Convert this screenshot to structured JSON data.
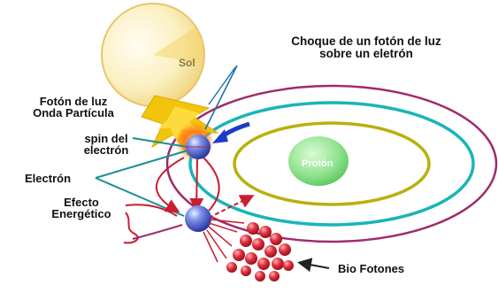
{
  "labels": {
    "sun": "Sol",
    "collision": [
      "Choque de un fotón de luz",
      "sobre un eletrón"
    ],
    "photon": [
      "Fotón de luz",
      "Onda Partícula"
    ],
    "spin": [
      "spin del",
      "electrón"
    ],
    "electron": "Electrón",
    "effect": [
      "Efecto",
      "Energético"
    ],
    "proton": "Protón",
    "biophotons": "Bio Fotones"
  },
  "colors": {
    "sun": "#f6e08a",
    "sun_highlight": "#fffbe8",
    "photon": "#f2c40d",
    "flash": "#ff5a14",
    "orbit_outer": "#a02a6a",
    "orbit_middle": "#1ab4b8",
    "orbit_inner": "#b9b00e",
    "proton": "#8fe28c",
    "electron": "#2f47c9",
    "pointer": "#1a8f96",
    "arrow_red": "#c81e32",
    "arrow_blue": "#1c3cc8",
    "biophotons": "#d5202e"
  },
  "icons": [
    "sun-icon",
    "photon-burst-icon",
    "electron-sphere-icon",
    "proton-icon",
    "biophoton-cluster-icon"
  ]
}
